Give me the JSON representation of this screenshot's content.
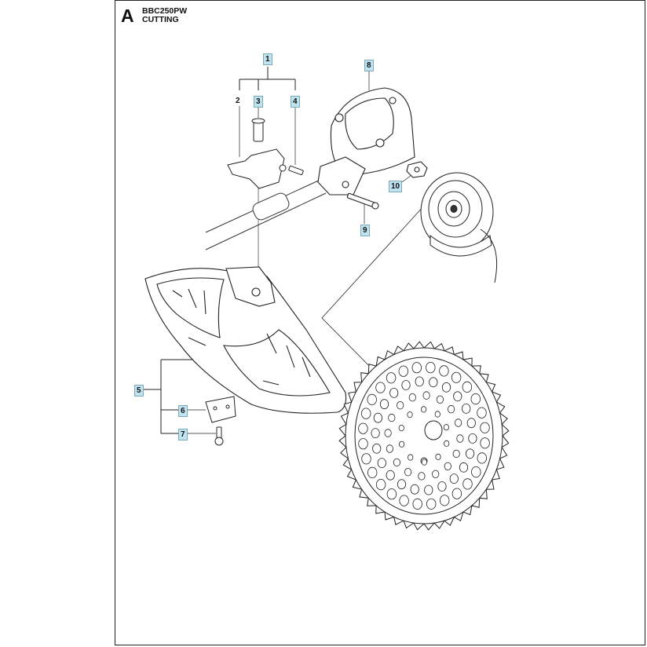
{
  "header": {
    "section_letter": "A",
    "model": "BBC250PW",
    "section": "CUTTING"
  },
  "callouts": [
    {
      "id": "1",
      "boxed": true
    },
    {
      "id": "2",
      "boxed": false
    },
    {
      "id": "3",
      "boxed": true
    },
    {
      "id": "4",
      "boxed": true
    },
    {
      "id": "5",
      "boxed": true
    },
    {
      "id": "6",
      "boxed": true
    },
    {
      "id": "7",
      "boxed": true
    },
    {
      "id": "8",
      "boxed": true
    },
    {
      "id": "9",
      "boxed": true
    },
    {
      "id": "10",
      "boxed": true
    }
  ],
  "colors": {
    "callout_box": "#bfe3ef",
    "line": "#222222"
  }
}
